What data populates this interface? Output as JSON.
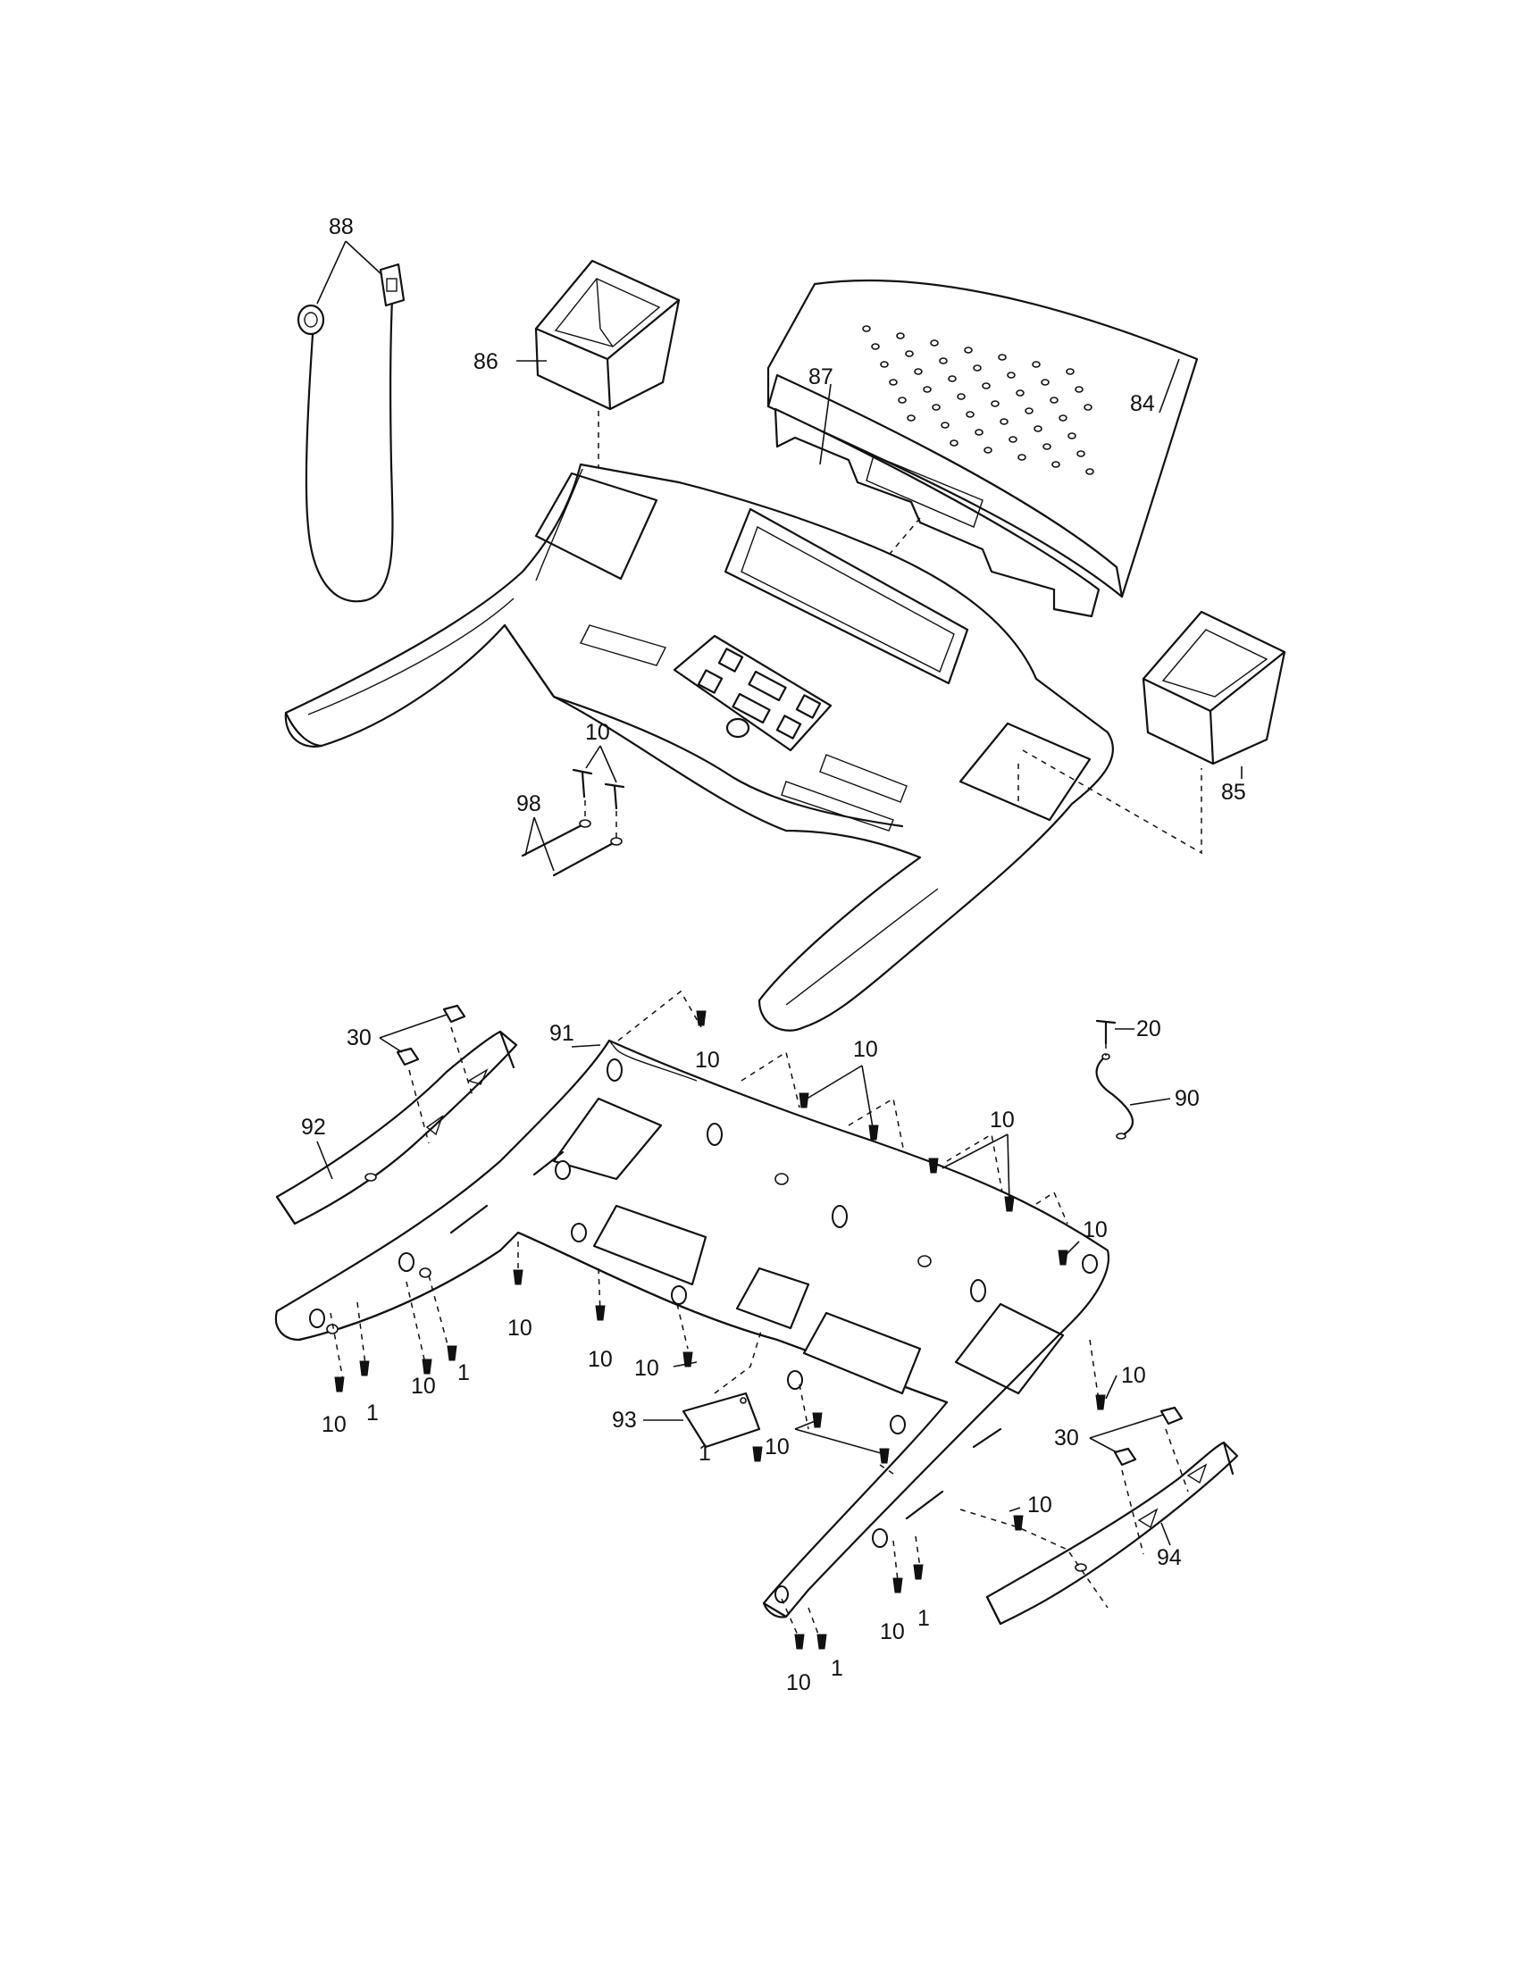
{
  "labels": {
    "l88": "88",
    "l86": "86",
    "l84": "84",
    "l87": "87",
    "l85": "85",
    "l10_a": "10",
    "l98": "98",
    "l30_left": "30",
    "l91": "91",
    "l10_b": "10",
    "l10_c": "10",
    "l10_d": "10",
    "l20": "20",
    "l90": "90",
    "l92": "92",
    "l10_e": "10",
    "l10_f": "10",
    "l10_g": "10",
    "l1_a": "1",
    "l10_h": "10",
    "l1_b": "1",
    "l10_i": "10",
    "l10_j": "10",
    "l93": "93",
    "l1_c": "1",
    "l10_k": "10",
    "l10_l": "10",
    "l30_right": "30",
    "l10_m": "10",
    "l94": "94",
    "l10_n": "10",
    "l1_d": "1",
    "l10_o": "10",
    "l1_e": "1"
  }
}
